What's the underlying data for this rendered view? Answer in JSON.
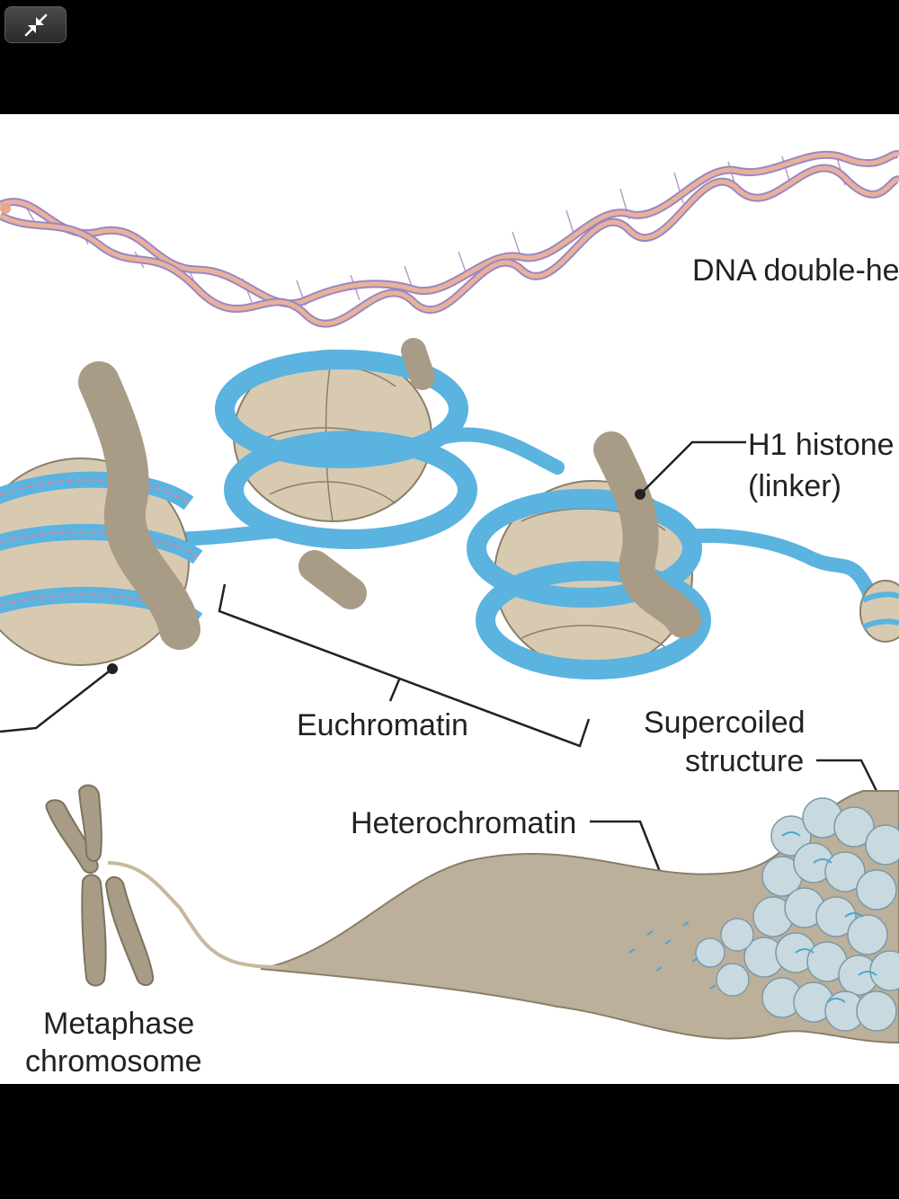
{
  "toolbar": {
    "exit_fullscreen_icon": "compress-arrows-icon"
  },
  "figure": {
    "labels": {
      "dna_double_helix": "DNA double-he",
      "h1_histone_line1": "H1 histone",
      "h1_histone_line2": "(linker)",
      "euchromatin": "Euchromatin",
      "supercoiled_line1": "Supercoiled",
      "supercoiled_line2": "structure",
      "heterochromatin": "Heterochromatin",
      "metaphase_line1": "Metaphase",
      "metaphase_line2": "chromosome"
    },
    "colors": {
      "dna_strand": "#e8b29a",
      "dna_strand_edge": "#9b86c4",
      "linker_dna": "#5bb3e0",
      "histone_core": "#d8cab1",
      "histone_h1": "#a89c87",
      "chromatin_fiber": "#bcb09a",
      "background": "#ffffff"
    }
  }
}
